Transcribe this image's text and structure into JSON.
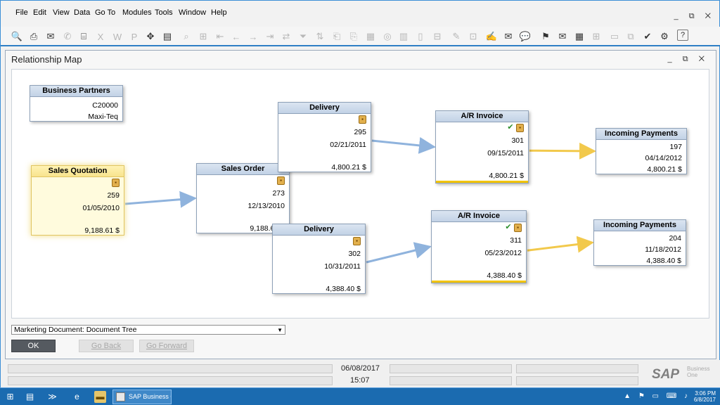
{
  "menu": [
    "File",
    "Edit",
    "View",
    "Data",
    "Go To",
    "Modules",
    "Tools",
    "Window",
    "Help"
  ],
  "window_controls": "_ ⧉ ✕",
  "toolbar_icons": [
    {
      "name": "preview-icon",
      "glyph": "🔍",
      "dim": false
    },
    {
      "name": "print-icon",
      "glyph": "⎙",
      "dim": false
    },
    {
      "name": "email-icon",
      "glyph": "✉",
      "dim": false
    },
    {
      "name": "sms-icon",
      "glyph": "✆",
      "dim": true
    },
    {
      "name": "fax-icon",
      "glyph": "⌸",
      "dim": false
    },
    {
      "name": "excel-icon",
      "glyph": "X",
      "dim": true
    },
    {
      "name": "word-icon",
      "glyph": "W",
      "dim": true
    },
    {
      "name": "pdf-icon",
      "glyph": "P",
      "dim": true
    },
    {
      "name": "move-icon",
      "glyph": "✥",
      "dim": false
    },
    {
      "name": "form-settings-icon",
      "glyph": "▤",
      "dim": false
    },
    {
      "name": "find-icon",
      "glyph": "⌕",
      "dim": true
    },
    {
      "name": "add-icon",
      "glyph": "⊞",
      "dim": true
    },
    {
      "name": "first-record-icon",
      "glyph": "⇤",
      "dim": true
    },
    {
      "name": "previous-record-icon",
      "glyph": "←",
      "dim": true
    },
    {
      "name": "next-record-icon",
      "glyph": "→",
      "dim": true
    },
    {
      "name": "last-record-icon",
      "glyph": "⇥",
      "dim": true
    },
    {
      "name": "refresh-icon",
      "glyph": "⇄",
      "dim": true
    },
    {
      "name": "filter-icon",
      "glyph": "⏷",
      "dim": true
    },
    {
      "name": "sort-icon",
      "glyph": "⇅",
      "dim": true
    },
    {
      "name": "base-document-icon",
      "glyph": "⎗",
      "dim": true
    },
    {
      "name": "target-document-icon",
      "glyph": "⎘",
      "dim": true
    },
    {
      "name": "gross-profit-icon",
      "glyph": "▦",
      "dim": true
    },
    {
      "name": "payment-means-icon",
      "glyph": "◎",
      "dim": true
    },
    {
      "name": "freight-icon",
      "glyph": "▥",
      "dim": true
    },
    {
      "name": "document-settings-icon",
      "glyph": "▯",
      "dim": true
    },
    {
      "name": "layout-designer-icon",
      "glyph": "⊟",
      "dim": true
    },
    {
      "name": "journal-icon",
      "glyph": "✎",
      "dim": true
    },
    {
      "name": "approval-icon",
      "glyph": "⊡",
      "dim": true
    },
    {
      "name": "edit-doc-icon",
      "glyph": "✍",
      "dim": false
    },
    {
      "name": "message-icon",
      "glyph": "✉",
      "dim": false
    },
    {
      "name": "chat-icon",
      "glyph": "💬",
      "dim": false
    },
    {
      "name": "alert-icon",
      "glyph": "⚑",
      "dim": false
    },
    {
      "name": "mail-icon",
      "glyph": "✉",
      "dim": false
    },
    {
      "name": "calculator-icon",
      "glyph": "▦",
      "dim": false
    },
    {
      "name": "org-icon",
      "glyph": "⊞",
      "dim": true
    },
    {
      "name": "report-icon",
      "glyph": "▭",
      "dim": true
    },
    {
      "name": "copy-icon",
      "glyph": "⧉",
      "dim": true
    },
    {
      "name": "check-icon",
      "glyph": "✔",
      "dim": false
    },
    {
      "name": "customize-icon",
      "glyph": "⚙",
      "dim": false
    },
    {
      "name": "help-icon",
      "glyph": "?",
      "dim": false
    }
  ],
  "window": {
    "title": "Relationship Map",
    "controls": "_ ⧉ ✕"
  },
  "nodes": [
    {
      "id": "bp",
      "title": "Business Partners",
      "lines": [
        "C20000",
        "Maxi-Teq"
      ],
      "icons": [],
      "yellow": false,
      "strip": false
    },
    {
      "id": "sq",
      "title": "Sales Quotation",
      "lines": [
        "259",
        "01/05/2010",
        "",
        "9,188.61 $"
      ],
      "icons": [
        "lock"
      ],
      "yellow": true,
      "strip": false
    },
    {
      "id": "so",
      "title": "Sales Order",
      "lines": [
        "273",
        "12/13/2010",
        "",
        "9,188.61 $"
      ],
      "icons": [
        "lock"
      ],
      "yellow": false,
      "strip": false
    },
    {
      "id": "d1",
      "title": "Delivery",
      "lines": [
        "295",
        "02/21/2011",
        "",
        "4,800.21 $"
      ],
      "icons": [
        "lock"
      ],
      "yellow": false,
      "strip": false
    },
    {
      "id": "d2",
      "title": "Delivery",
      "lines": [
        "302",
        "10/31/2011",
        "",
        "4,388.40 $"
      ],
      "icons": [
        "lock"
      ],
      "yellow": false,
      "strip": false
    },
    {
      "id": "i1",
      "title": "A/R Invoice",
      "lines": [
        "301",
        "09/15/2011",
        "",
        "4,800.21 $"
      ],
      "icons": [
        "person",
        "lock"
      ],
      "yellow": false,
      "strip": true
    },
    {
      "id": "i2",
      "title": "A/R Invoice",
      "lines": [
        "311",
        "05/23/2012",
        "",
        "4,388.40 $"
      ],
      "icons": [
        "person",
        "lock"
      ],
      "yellow": false,
      "strip": true
    },
    {
      "id": "p1",
      "title": "Incoming Payments",
      "lines": [
        "197",
        "04/14/2012",
        "4,800.21 $"
      ],
      "icons": [],
      "yellow": false,
      "strip": false
    },
    {
      "id": "p2",
      "title": "Incoming Payments",
      "lines": [
        "204",
        "11/18/2012",
        "4,388.40 $"
      ],
      "icons": [],
      "yellow": false,
      "strip": false
    }
  ],
  "arrows": [
    {
      "from": "sq",
      "to": "so",
      "color": "#8fb3dd"
    },
    {
      "from": "d1",
      "to": "i1",
      "color": "#8fb3dd"
    },
    {
      "from": "d2",
      "to": "i2",
      "color": "#8fb3dd"
    },
    {
      "from": "i1",
      "to": "p1",
      "color": "#f2c94c"
    },
    {
      "from": "i2",
      "to": "p2",
      "color": "#f2c94c"
    }
  ],
  "selector": {
    "value": "Marketing Document: Document Tree"
  },
  "buttons": {
    "ok": "OK",
    "go_back": "Go Back",
    "go_forward": "Go Forward"
  },
  "status": {
    "date": "06/08/2017",
    "time": "15:07",
    "logo": "SAP",
    "logo_sub_1": "Business",
    "logo_sub_2": "One"
  },
  "taskbar": {
    "task_label": "SAP Business One...",
    "clock_time": "3:06 PM",
    "clock_date": "6/8/2017"
  }
}
